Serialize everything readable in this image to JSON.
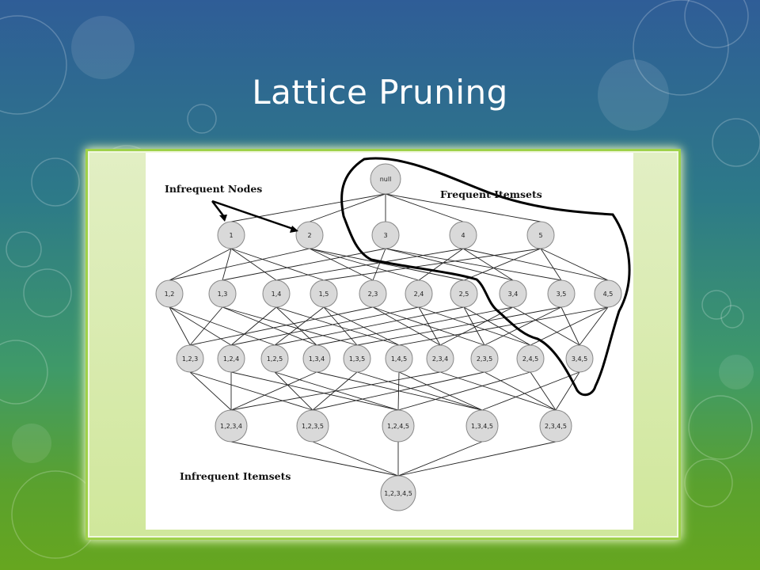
{
  "slide": {
    "title": "Lattice Pruning"
  },
  "diagram": {
    "annotations": {
      "infrequent_nodes": "Infrequent Nodes",
      "frequent_itemsets": "Frequent Itemsets",
      "infrequent_itemsets": "Infrequent Itemsets"
    },
    "levels": [
      [
        "null"
      ],
      [
        "1",
        "2",
        "3",
        "4",
        "5"
      ],
      [
        "1,2",
        "1,3",
        "1,4",
        "1,5",
        "2,3",
        "2,4",
        "2,5",
        "3,4",
        "3,5",
        "4,5"
      ],
      [
        "1,2,3",
        "1,2,4",
        "1,2,5",
        "1,3,4",
        "1,3,5",
        "1,4,5",
        "2,3,4",
        "2,3,5",
        "2,4,5",
        "3,4,5"
      ],
      [
        "1,2,3,4",
        "1,2,3,5",
        "1,2,4,5",
        "1,3,4,5",
        "2,3,4,5"
      ],
      [
        "1,2,3,4,5"
      ]
    ],
    "infrequent_nodes_pointed": [
      "1",
      "2"
    ],
    "colors": {
      "node_fill": "#d9d9d9",
      "node_stroke": "#888888",
      "edge": "#222222",
      "boundary": "#000000",
      "frame_border": "#9fd14a",
      "title": "#ffffff"
    }
  }
}
